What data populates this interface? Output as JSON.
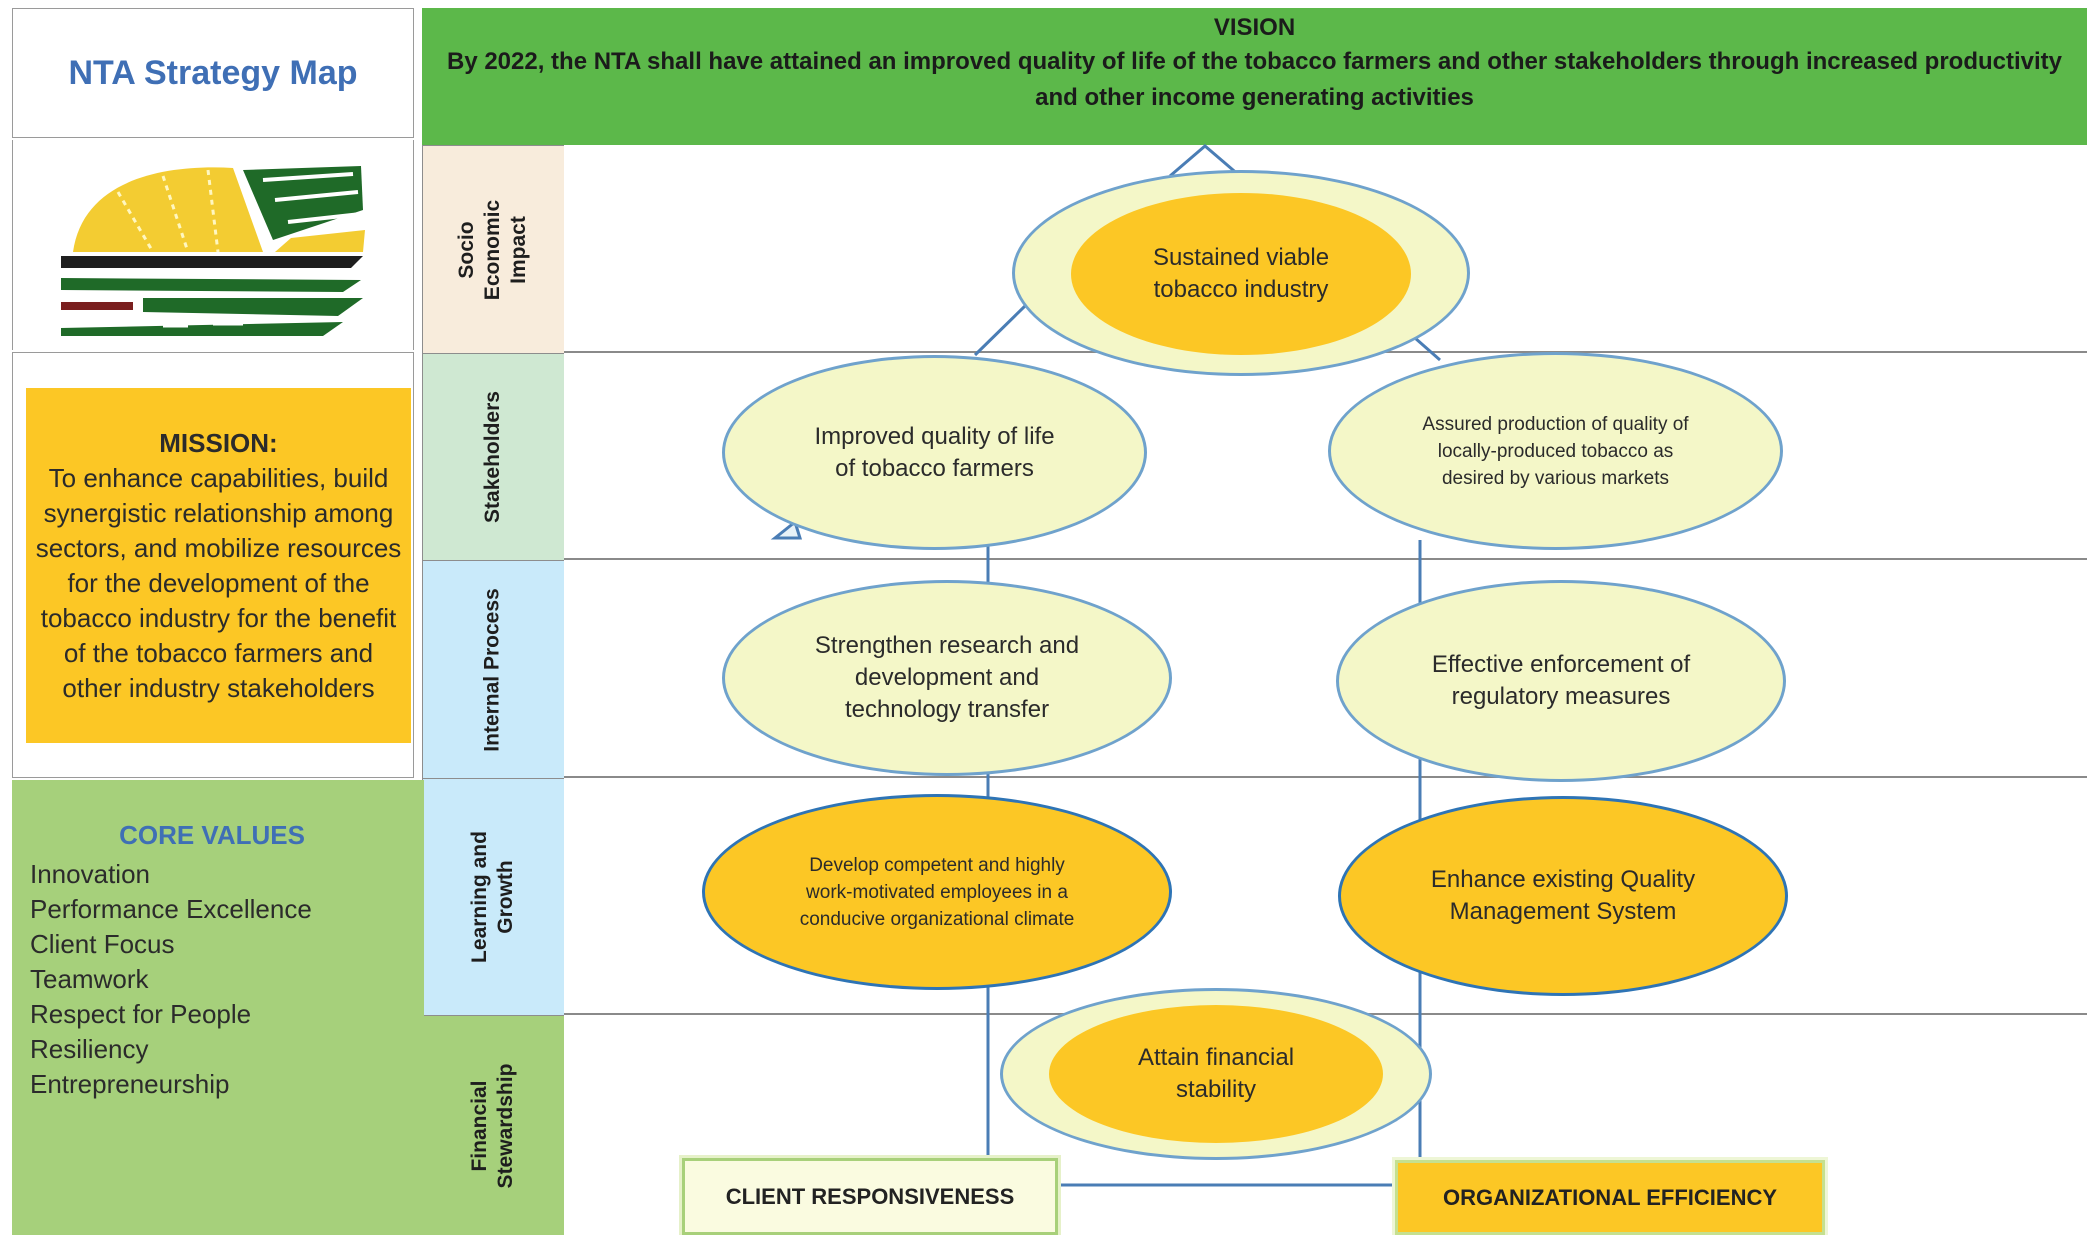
{
  "title": "NTA Strategy Map",
  "vision": {
    "heading": "VISION",
    "text": "By 2022, the NTA shall have attained an improved quality of life of the tobacco farmers and other stakeholders through increased productivity and other income generating activities"
  },
  "mission": {
    "heading": "MISSION:",
    "text": "To enhance capabilities, build synergistic relationship among sectors, and mobilize resources for the development of the tobacco industry for the benefit of the tobacco farmers and other industry stakeholders"
  },
  "core_values": {
    "heading": "CORE VALUES",
    "items": [
      "Innovation",
      "Performance Excellence",
      "Client Focus",
      "Teamwork",
      "Respect for People",
      "Resiliency",
      "Entrepreneurship"
    ]
  },
  "perspectives": {
    "socio": "Socio Economic Impact",
    "stakeholders": "Stakeholders",
    "internal": "Internal Process",
    "learning": "Learning and Growth",
    "financial": "Financial Stewardship"
  },
  "objectives": {
    "sustained": "Sustained viable tobacco industry",
    "quality_life": "Improved quality of life of tobacco farmers",
    "assured_production": "Assured production of quality of locally-produced tobacco as desired by various markets",
    "research": "Strengthen research and development and technology transfer",
    "enforcement": "Effective enforcement of regulatory measures",
    "employees": "Develop competent and highly work-motivated employees in a conducive organizational climate",
    "qms": "Enhance existing Quality Management System",
    "financial": "Attain financial stability"
  },
  "themes": {
    "client": "CLIENT RESPONSIVENESS",
    "efficiency": "ORGANIZATIONAL EFFICIENCY"
  },
  "colors": {
    "vision_green": "#5cb84a",
    "core_green": "#a6d07b",
    "mission_yellow": "#fcc725",
    "title_blue": "#3f6fb5",
    "oval_light": "#f4f7c8",
    "oval_border": "#6fa2cc"
  }
}
